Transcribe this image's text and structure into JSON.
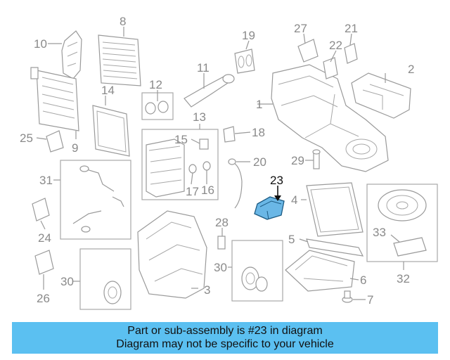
{
  "diagram": {
    "callouts": [
      "1",
      "2",
      "3",
      "4",
      "5",
      "6",
      "7",
      "8",
      "9",
      "10",
      "11",
      "12",
      "13",
      "14",
      "15",
      "16",
      "17",
      "18",
      "19",
      "20",
      "21",
      "22",
      "23",
      "24",
      "25",
      "26",
      "27",
      "28",
      "29",
      "30",
      "30",
      "31",
      "32",
      "33"
    ],
    "highlighted_part": "23",
    "colors": {
      "highlight_fill": "#6ab7e6",
      "highlight_stroke": "#1c5a82",
      "line": "#9a9a9a",
      "banner": "#5bc0f1"
    }
  },
  "banner": {
    "line1": "Part or sub-assembly is #23 in diagram",
    "line2": "Diagram may not be specific to your vehicle"
  }
}
